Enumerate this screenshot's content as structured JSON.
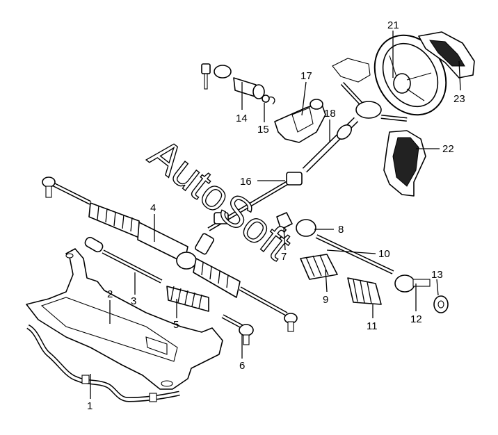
{
  "watermark": "AutoSoft",
  "labels": {
    "l1": "1",
    "l2": "2",
    "l3": "3",
    "l4": "4",
    "l5": "5",
    "l6": "6",
    "l7": "7",
    "l8": "8",
    "l9": "9",
    "l10": "10",
    "l11": "11",
    "l12": "12",
    "l13": "13",
    "l14": "14",
    "l15": "15",
    "l16": "16",
    "l17": "17",
    "l18": "18",
    "l21": "21",
    "l22": "22",
    "l23": "23"
  }
}
